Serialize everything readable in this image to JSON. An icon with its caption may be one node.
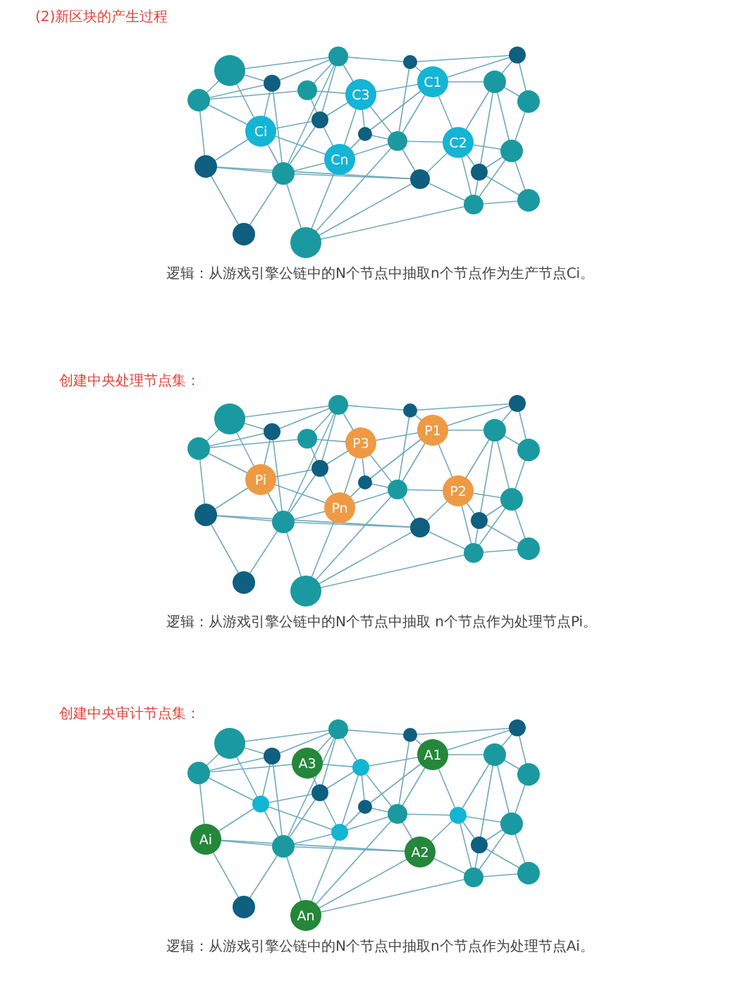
{
  "diagram": {
    "title": "(2)新区块的产生过程",
    "labels": [
      "C1",
      "C3",
      "Ci",
      "C2",
      "Cn",
      "逻辑：从游戏引擎公链中的N个节点中抽取n个节点作为生产节点Ci。",
      "创建中央处理节点集：",
      "P1",
      "P3",
      "Pi",
      "P2",
      "Pn",
      "逻辑：从游戏引擎公链中的N个节点中抽取 n个节点作为处理节点Pi。",
      "创建中央审计节点集：",
      "A1",
      "A3",
      "Ai",
      "A2",
      "An",
      "逻辑：从游戏引擎公链中的N个节点中抽取n个节点作为处理节点Ai。"
    ]
  }
}
